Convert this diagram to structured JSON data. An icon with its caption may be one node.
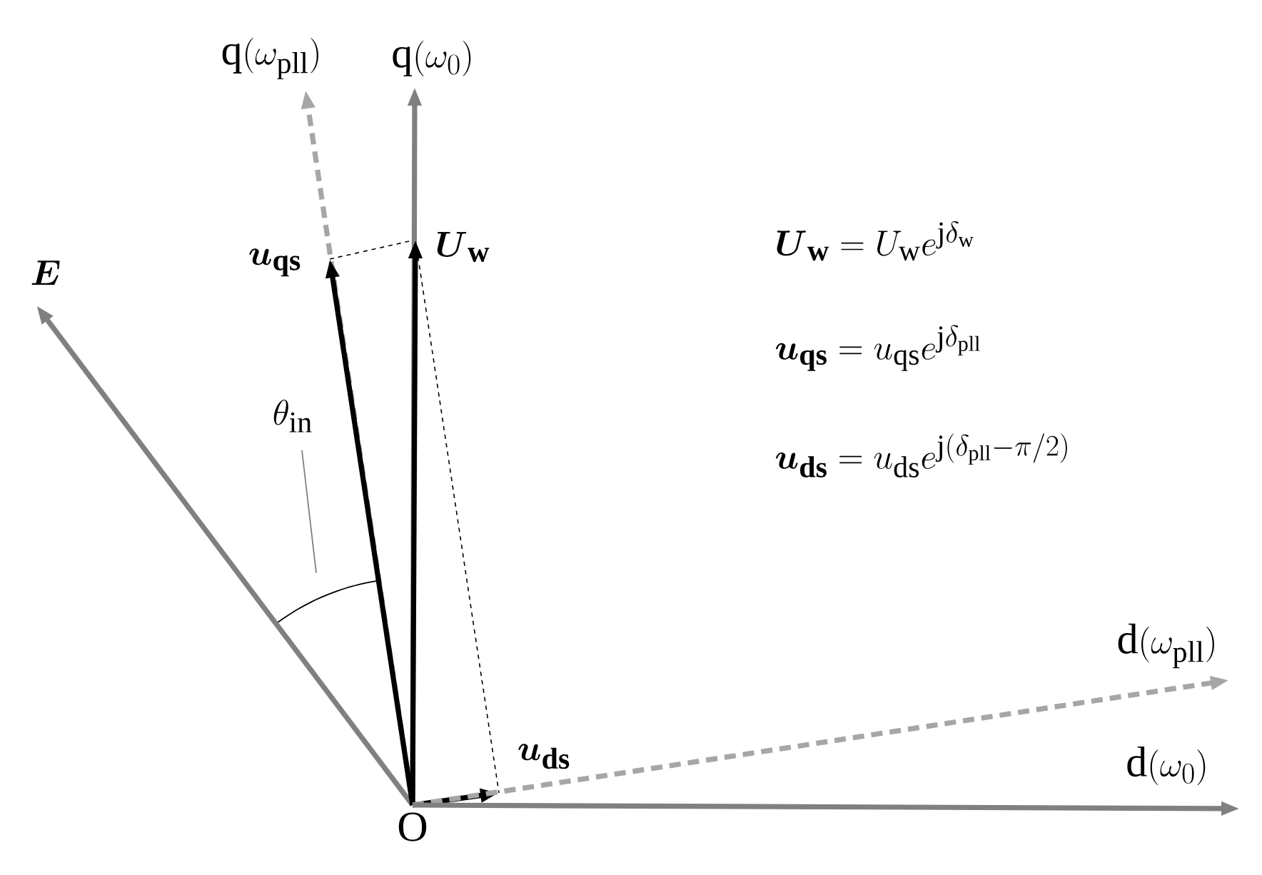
{
  "diagram": {
    "nodes": [
      {
        "text": [
          "O"
        ]
      },
      {
        "text": [
          "\\mathrm{q}(\\omega_{\\mathrm{pll}})"
        ]
      },
      {
        "text": [
          "\\mathrm{q}(\\omega_{0})"
        ]
      },
      {
        "text": [
          "\\boldsymbol{E}"
        ]
      },
      {
        "text": [
          "\\boldsymbol{u}_{\\mathbf{qs}}"
        ]
      },
      {
        "text": [
          "\\boldsymbol{U}_{\\mathbf{w}}"
        ]
      },
      {
        "text": [
          "\\boldsymbol{u}_{\\mathbf{ds}}"
        ]
      },
      {
        "text": [
          "\\mathrm{d}(\\omega_{\\mathrm{pll}})"
        ]
      },
      {
        "text": [
          "\\mathrm{d}(\\omega_{0})"
        ]
      },
      {
        "text": [
          "\\theta_{\\mathrm{in}}"
        ]
      },
      {
        "text": [],
        "shape": "arc"
      }
    ],
    "edges": [
      {
        "from": 0,
        "to": 1,
        "arrow": "to",
        "style": "dashed",
        "color": "#a6a6a6"
      },
      {
        "from": 0,
        "to": 2,
        "arrow": "to"
      },
      {
        "from": 0,
        "to": 3,
        "arrow": "to"
      },
      {
        "from": 0,
        "to": 4,
        "arrow": "to",
        "color": "#000000"
      },
      {
        "from": 0,
        "to": 5,
        "arrow": "to",
        "color": "#000000"
      },
      {
        "from": 0,
        "to": 6,
        "arrow": "to",
        "color": "#000000"
      },
      {
        "from": 0,
        "to": 7,
        "arrow": "to",
        "style": "dashed",
        "color": "#a6a6a6"
      },
      {
        "from": 0,
        "to": 8,
        "arrow": "to"
      },
      {
        "from": 9,
        "to": 10,
        "arrow": "none"
      }
    ],
    "labels": [
      "\\boldsymbol{U}_{\\mathbf{w}}=U_{\\mathrm{w}}e^{\\mathrm{j}\\delta_{\\mathrm{w}}}",
      "\\boldsymbol{u}_{\\mathbf{qs}}=u_{\\mathrm{qs}}e^{\\mathrm{j}\\delta_{\\mathrm{pll}}}",
      "\\boldsymbol{u}_{\\mathbf{ds}}=u_{\\mathrm{ds}}e^{\\mathrm{j}(\\delta_{\\mathrm{pll}}-\\pi/2)}"
    ]
  }
}
